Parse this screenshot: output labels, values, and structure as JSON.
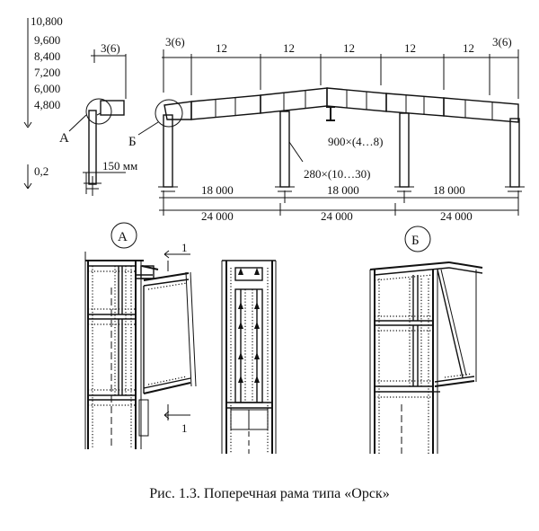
{
  "levels": [
    "10,800",
    "9,600",
    "8,400",
    "7,200",
    "6,000",
    "4,800"
  ],
  "level_low": "0,2",
  "node_labels": {
    "a": "А",
    "b": "Б"
  },
  "spans_top": [
    "3(6)",
    "3(6)",
    "12",
    "12",
    "12",
    "12",
    "12",
    "3(6)"
  ],
  "spans_bottom_1": [
    "18 000",
    "18 000",
    "18 000"
  ],
  "spans_bottom_2": [
    "24 000",
    "24 000",
    "24 000"
  ],
  "offset_150": "150 мм",
  "beam_note_1": "900×(4…8)",
  "beam_note_2": "280×(10…30)",
  "section_mark": "1",
  "detail_a": "А",
  "detail_b": "Б",
  "caption": "Рис. 1.3. Поперечная рама типа «Орск»"
}
